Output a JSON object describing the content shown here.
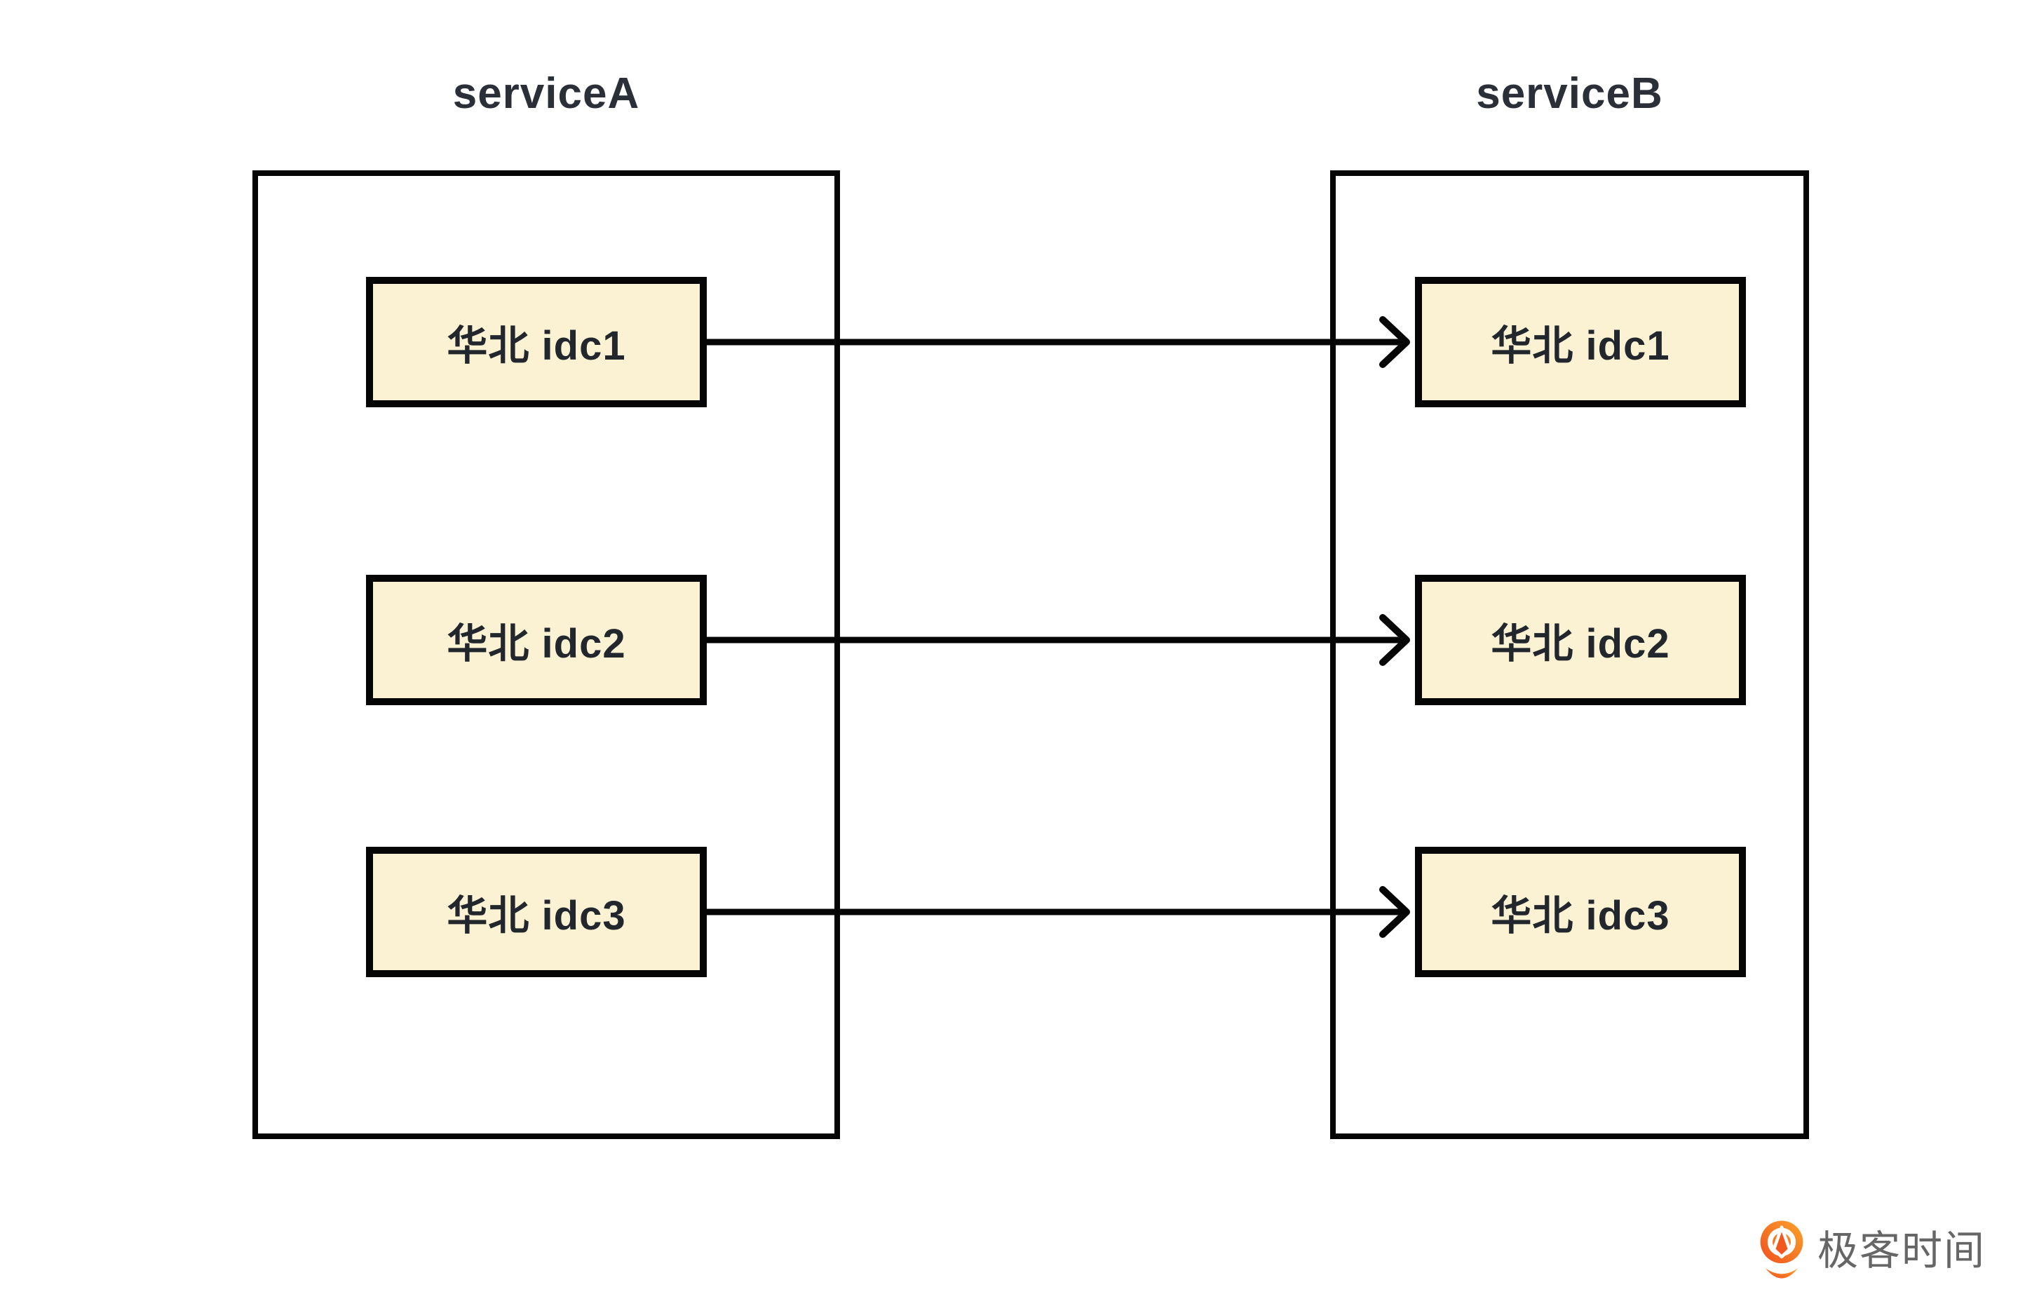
{
  "diagram": {
    "service_a": {
      "title": "serviceA",
      "nodes": [
        {
          "label": "华北 idc1"
        },
        {
          "label": "华北 idc2"
        },
        {
          "label": "华北 idc3"
        }
      ]
    },
    "service_b": {
      "title": "serviceB",
      "nodes": [
        {
          "label": "华北 idc1"
        },
        {
          "label": "华北 idc2"
        },
        {
          "label": "华北 idc3"
        }
      ]
    },
    "connections": [
      {
        "from": "serviceA 华北 idc1",
        "to": "serviceB 华北 idc1"
      },
      {
        "from": "serviceA 华北 idc2",
        "to": "serviceB 华北 idc2"
      },
      {
        "from": "serviceA 华北 idc3",
        "to": "serviceB 华北 idc3"
      }
    ]
  },
  "branding": {
    "logo_text": "极客时间",
    "logo_icon": "geektime-pin-icon"
  },
  "colors": {
    "background": "#ffffff",
    "node_fill": "#fbf1d3",
    "node_border": "#050505",
    "container_border": "#050505",
    "arrow": "#050505",
    "title_text": "#2a2f38",
    "node_text": "#22272e",
    "logo_text_gray": "#666666",
    "logo_orange_light": "#fca42b",
    "logo_orange_dark": "#f04f1e"
  }
}
